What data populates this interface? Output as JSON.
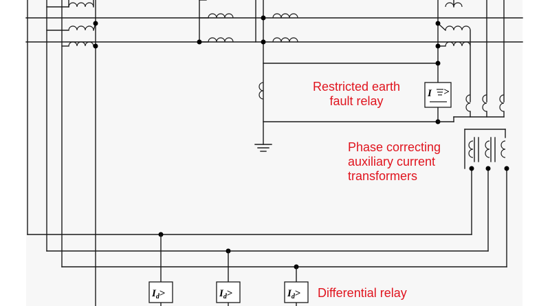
{
  "labels": {
    "ref_relay_line1": "Restricted earth",
    "ref_relay_line2": "fault relay",
    "phase_ct_line1": "Phase correcting",
    "phase_ct_line2": "auxiliary current",
    "phase_ct_line3": "transformers",
    "differential_relay": "Differential relay"
  },
  "relays": {
    "differential_symbol": "Id >",
    "ref_symbol": "I ≑ >"
  },
  "colors": {
    "annotation": "#e0141e",
    "wire": "#1a1a1a"
  }
}
